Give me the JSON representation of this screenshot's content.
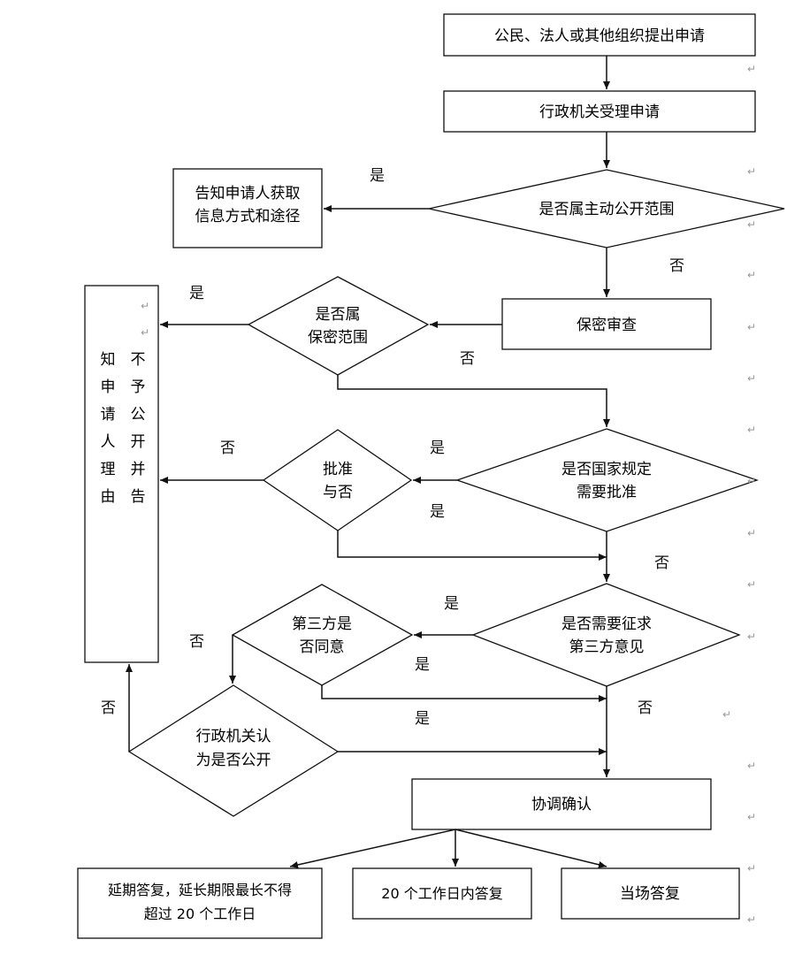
{
  "flow": {
    "applicant_request": "公民、法人或其他组织提出申请",
    "agency_accept": "行政机关受理申请",
    "is_proactive_scope": [
      "是否属主动公开范围"
    ],
    "inform_method": [
      "告知申请人获取",
      "信息方式和途径"
    ],
    "secrecy_review": "保密审查",
    "is_secret_scope": [
      "是否属",
      "保密范围"
    ],
    "not_public_reason": "不予公开并告知申请人理由",
    "needs_approval": [
      "是否国家规定",
      "需要批准"
    ],
    "approved": [
      "批准",
      "与否"
    ],
    "needs_third_party": [
      "是否需要征求",
      "第三方意见"
    ],
    "third_party_agree": [
      "第三方是",
      "否同意"
    ],
    "agency_deems_public": [
      "行政机关认",
      "为是否公开"
    ],
    "coordinate_confirm": "协调确认",
    "reply_on_spot": "当场答复",
    "reply_20_days": "20 个工作日内答复",
    "extended_reply": [
      "延期答复，延长期限最长不得",
      "超过 20 个工作日"
    ]
  },
  "labels": {
    "yes": "是",
    "no": "否",
    "return_mark": "↵"
  }
}
